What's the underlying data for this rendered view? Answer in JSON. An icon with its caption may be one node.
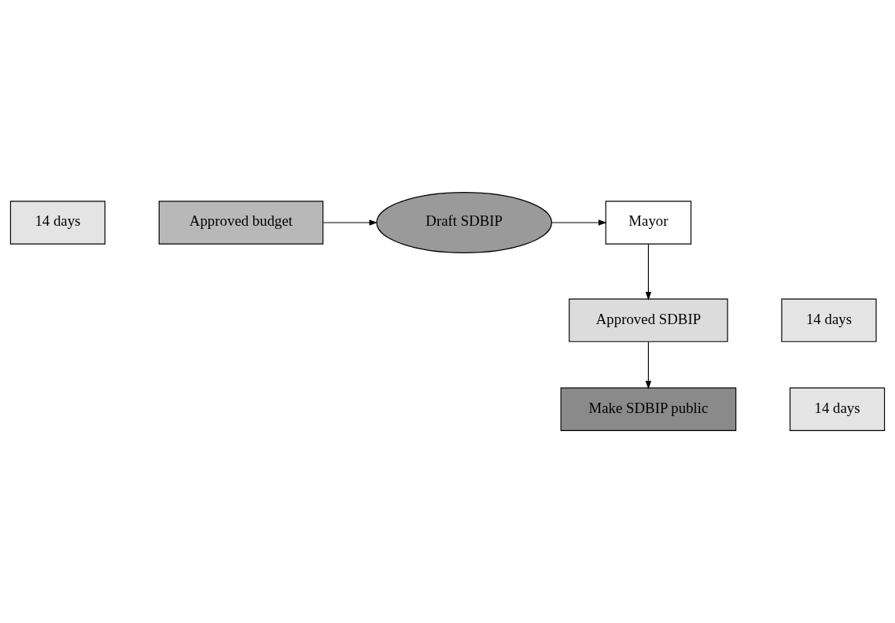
{
  "diagram": {
    "nodes": [
      {
        "text": [
          "14 days"
        ]
      },
      {
        "text": [
          "Approved budget"
        ]
      },
      {
        "text": [
          "Draft SDBIP"
        ]
      },
      {
        "text": [
          "Mayor"
        ]
      },
      {
        "text": [
          "14 days"
        ]
      },
      {
        "text": [
          "Approved SDBIP"
        ]
      },
      {
        "text": [
          "14 days"
        ]
      },
      {
        "text": [
          "Make SDBIP public"
        ]
      }
    ],
    "edges": [
      {
        "from": 1,
        "to": 2,
        "arrow": "to"
      },
      {
        "from": 2,
        "to": 3,
        "arrow": "to"
      },
      {
        "from": 3,
        "to": 5,
        "arrow": "to"
      },
      {
        "from": 5,
        "to": 7,
        "arrow": "to"
      }
    ]
  }
}
